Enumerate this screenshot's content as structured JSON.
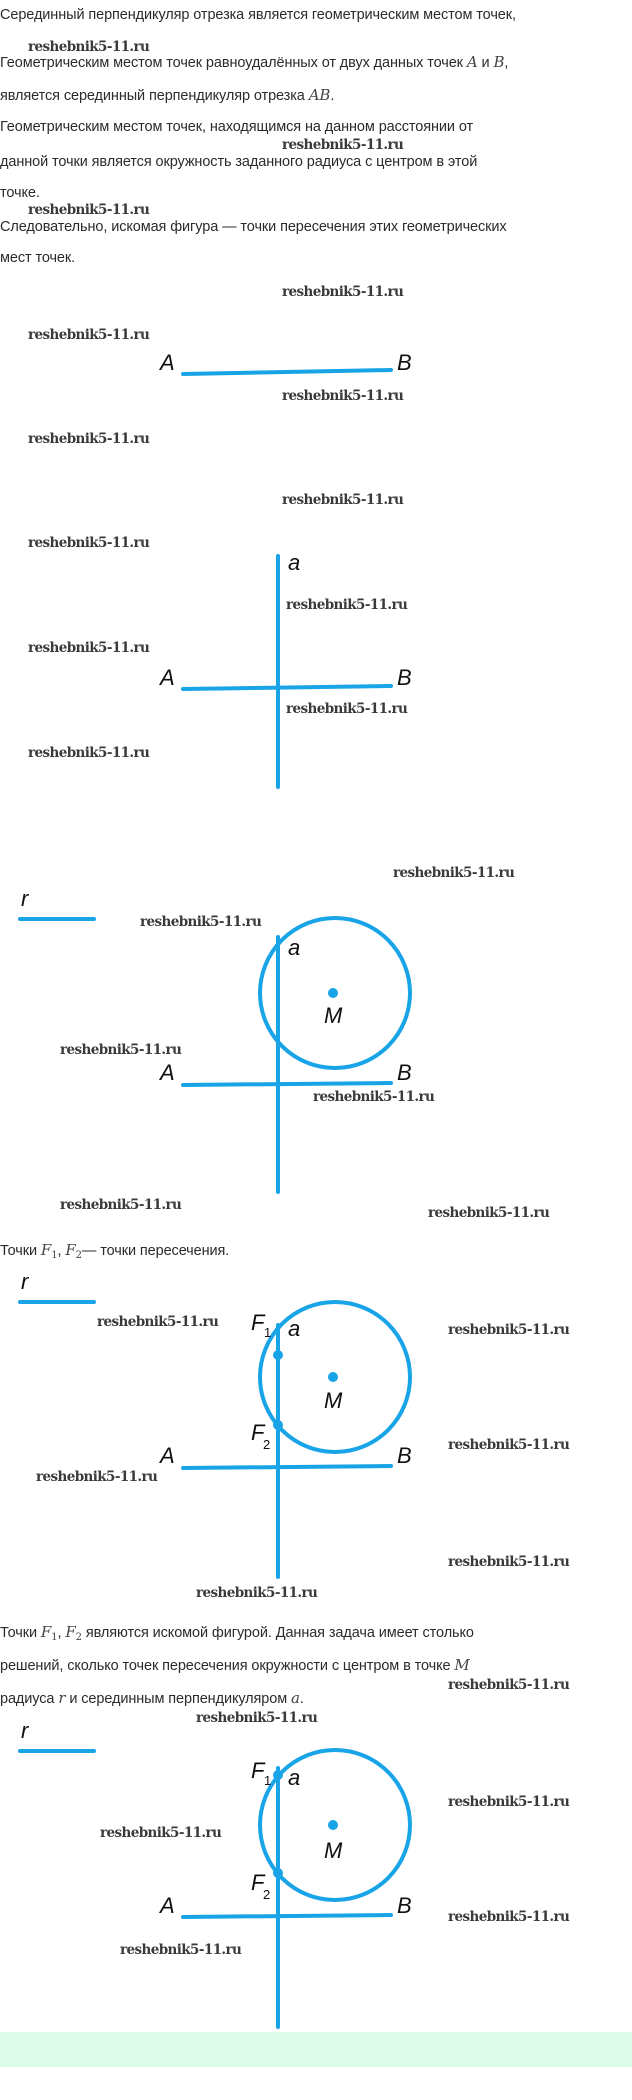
{
  "text": {
    "p1_line1": "Серединный перпендикуляр отрезка является геометрическим местом точек,",
    "p2_line1_a": "Геометрическим местом точек равноудалённых от двух данных точек ",
    "p2_line1_b": " и ",
    "p2_line1_c": ",",
    "p2_line2_a": "является серединный перпендикуляр отрезка ",
    "p2_line2_b": ".",
    "p3_line1": "Геометрическим местом точек, находящимся на данном расстоянии от",
    "p3_line2": "данной точки является окружность заданного радиуса с центром в этой",
    "p3_line3": "точке.",
    "p4_line1": "Следовательно, искомая фигура — точки пересечения этих геометрических",
    "p4_line2": "мест точек.",
    "p5_a": "Точки ",
    "p5_b": ", ",
    "p5_c": "— точки пересечения.",
    "p6_line1_a": "Точки ",
    "p6_line1_b": ", ",
    "p6_line1_c": " являются искомой фигурой. Данная задача имеет столько",
    "p6_line2_a": "решений, сколько точек пересечения окружности с центром в точке ",
    "p6_line3_a": "радиуса ",
    "p6_line3_b": " и серединным перпендикуляром ",
    "p6_line3_c": "."
  },
  "math": {
    "A": "A",
    "B": "B",
    "AB": "AB",
    "F": "F",
    "one": "1",
    "two": "2",
    "M": "M",
    "r": "r",
    "a": "a"
  },
  "labels": {
    "A": "A",
    "B": "B",
    "a": "a",
    "r": "r",
    "M": "M",
    "F": "F",
    "sub1": "1",
    "sub2": "2"
  },
  "watermark": "reshebnik5-11.ru",
  "colors": {
    "figure": "#18a4e6",
    "band": "#dcfbea"
  }
}
